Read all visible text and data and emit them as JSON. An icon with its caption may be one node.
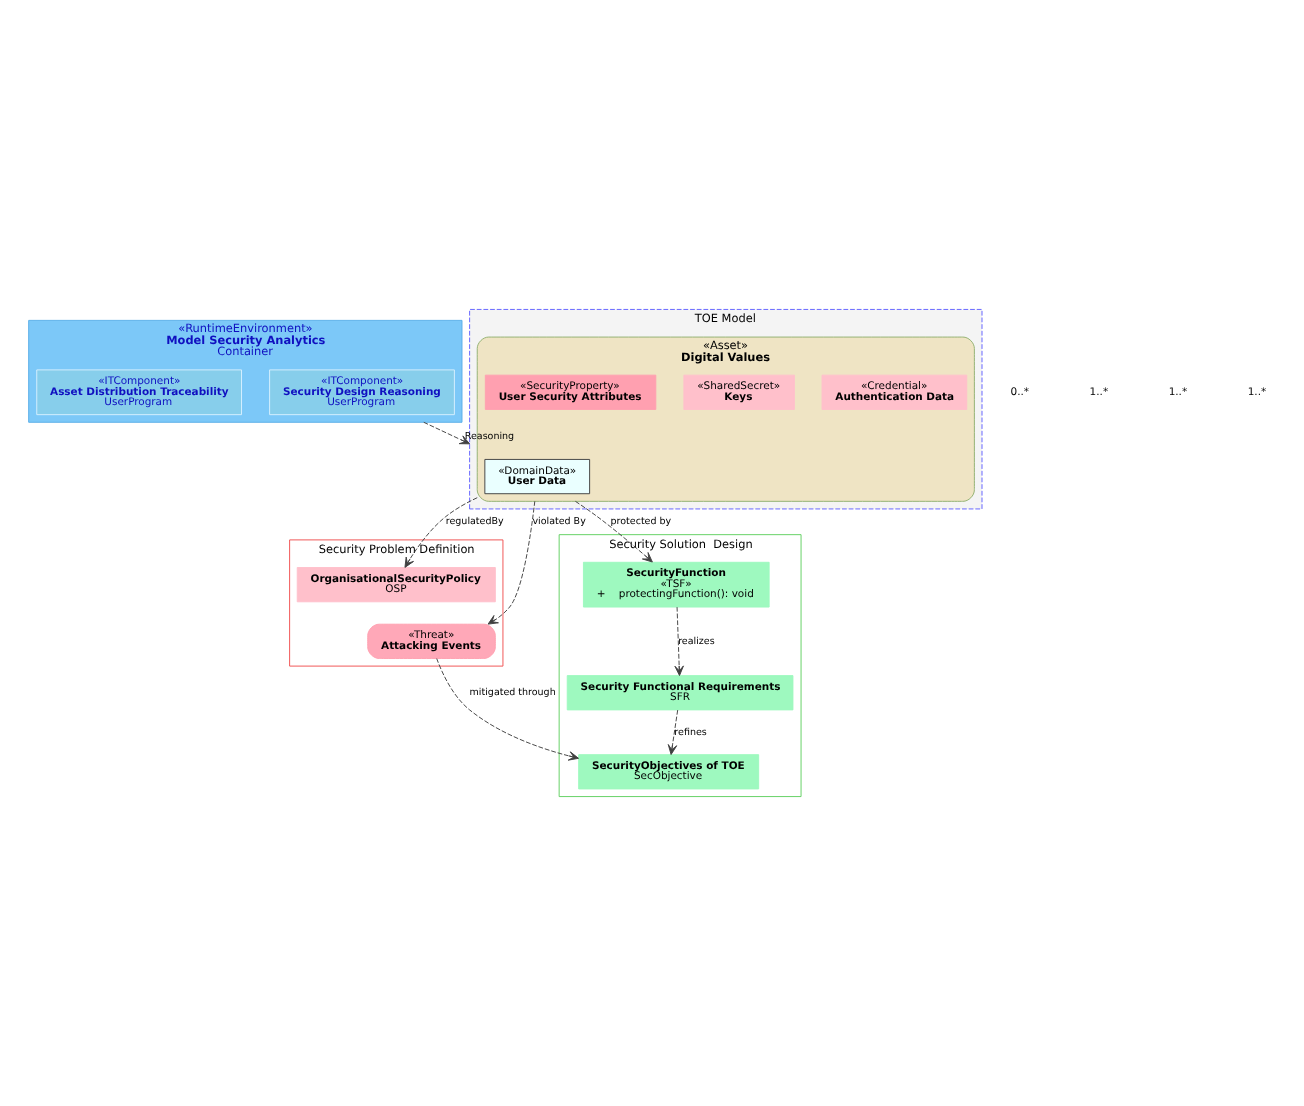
{
  "diagram": {
    "nodes": [
      {
        "text": [
          "«RuntimeEnvironment»",
          "Model Security Analytics",
          "Container"
        ]
      },
      {
        "text": [
          "«ITComponent»",
          "Security Design Reasoning",
          "UserProgram"
        ],
        "in": 0
      },
      {
        "text": [
          "«ITComponent»",
          "Asset Distribution Traceability",
          "UserProgram"
        ],
        "in": 0
      },
      {
        "text": [
          "Security Problem Definition"
        ]
      },
      {
        "text": [
          "OrganisationalSecurityPolicy",
          "OSP"
        ],
        "in": 3
      },
      {
        "text": [
          "«Threat»",
          "Attacking Events"
        ],
        "in": 3
      },
      {
        "text": [
          "TOE Model"
        ]
      },
      {
        "text": [
          "«Asset»",
          "Digital Values"
        ],
        "in": 6
      },
      {
        "text": [
          "«DomainData»",
          "User Data"
        ],
        "in": 7
      },
      {
        "text": [
          "«Credential»",
          "Authentication Data"
        ],
        "in": 7
      },
      {
        "text": [
          "«SharedSecret»",
          "Keys"
        ],
        "in": 7
      },
      {
        "text": [
          "«SecurityProperty»",
          "User Security Attributes"
        ],
        "in": 7
      },
      {
        "text": [
          "Security Solution  Design"
        ]
      },
      {
        "text": [
          "SecurityFunction",
          "«TSF»",
          "+    protectingFunction(): void"
        ],
        "in": 12
      },
      {
        "text": [
          "Security Functional Requirements",
          "SFR"
        ],
        "in": 12
      },
      {
        "text": [
          "SecurityObjectives of TOE",
          "SecObjective"
        ],
        "in": 12
      }
    ],
    "edges": [
      {
        "from": 0,
        "to": 6,
        "arrow": "to",
        "label": "Reasoning",
        "style": "dashed"
      },
      {
        "from": 7,
        "to": 4,
        "arrow": "to",
        "label": "regulatedBy",
        "style": "dashed"
      },
      {
        "from": 7,
        "to": 5,
        "arrow": "to",
        "label": "violated By",
        "style": "dashed"
      },
      {
        "from": 7,
        "to": 13,
        "arrow": "to",
        "label": "protected by",
        "style": "dashed"
      },
      {
        "from": 13,
        "to": 14,
        "arrow": "to",
        "label": "realizes",
        "style": "dashed"
      },
      {
        "from": 14,
        "to": 15,
        "arrow": "to",
        "label": "refines",
        "style": "dashed"
      },
      {
        "from": 5,
        "to": 15,
        "arrow": "to",
        "label": "mitigated through",
        "style": "dashed"
      }
    ],
    "labels": [
      "0..*",
      "1..*",
      "1..*",
      "1..*"
    ]
  }
}
